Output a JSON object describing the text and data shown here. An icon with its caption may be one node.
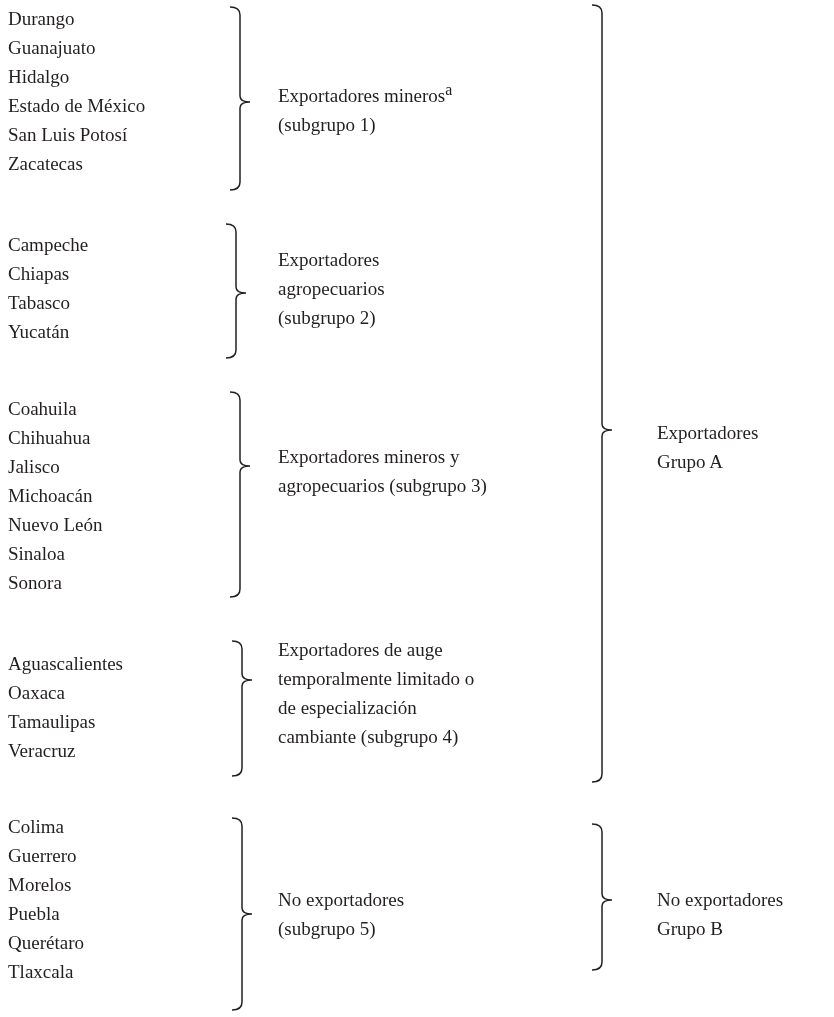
{
  "diagram": {
    "labels": [
      "Durango",
      "Guanajuato",
      "Hidalgo",
      "Estado de México",
      "San Luis Potosí",
      "Zacatecas",
      "Exportadores mineros$^{a}$ (subgrupo 1)",
      "Campeche",
      "Chiapas",
      "Tabasco",
      "Yucatán",
      "Exportadores agropecuarios (subgrupo 2)",
      "Coahuila",
      "Chihuahua",
      "Jalisco",
      "Michoacán",
      "Nuevo León",
      "Sinaloa",
      "Sonora",
      "Exportadores mineros y agropecuarios (subgrupo 3)",
      "Aguascalientes",
      "Oaxaca",
      "Tamaulipas",
      "Veracruz",
      "Exportadores de auge temporalmente limitado o de especialización cambiante (subgrupo 4)",
      "Exportadores Grupo A",
      "Colima",
      "Guerrero",
      "Morelos",
      "Puebla",
      "Querétaro",
      "Tlaxcala",
      "No exportadores (subgrupo 5)",
      "No exportadores Grupo B"
    ]
  }
}
